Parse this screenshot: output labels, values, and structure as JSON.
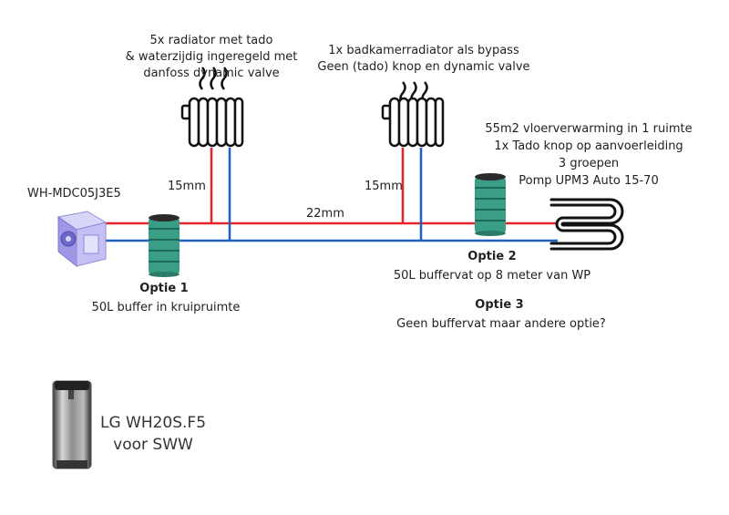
{
  "labels": {
    "radiators_1": "5x radiator met tado",
    "radiators_2": "& waterzijdig ingeregeld met",
    "radiators_3": "danfoss dynamic valve",
    "bath_1": "1x badkamerradiator als bypass",
    "bath_2": "Geen (tado) knop en dynamic valve",
    "floor_1": "55m2 vloerverwarming in 1 ruimte",
    "floor_2": "1x Tado knop op aanvoerleiding",
    "floor_3": "3 groepen",
    "floor_4": "Pomp UPM3 Auto 15-70",
    "heat_pump": "WH-MDC05J3E5",
    "pipe_15mm_left": "15mm",
    "pipe_15mm_right": "15mm",
    "pipe_22mm": "22mm",
    "option1_title": "Optie 1",
    "option1_desc": "50L buffer in kruipruimte",
    "option2_title": "Optie 2",
    "option2_desc": "50L buffervat op 8 meter van WP",
    "option3_title": "Optie 3",
    "option3_desc": "Geen buffervat maar andere optie?",
    "boiler_1": "LG WH20S.F5",
    "boiler_2": "voor SWW"
  },
  "colors": {
    "supply": "#e8252b",
    "return": "#1f5fc8",
    "buffer": "#3a9e86",
    "outline": "#111111",
    "heat_pump": "#b7b3f0"
  }
}
